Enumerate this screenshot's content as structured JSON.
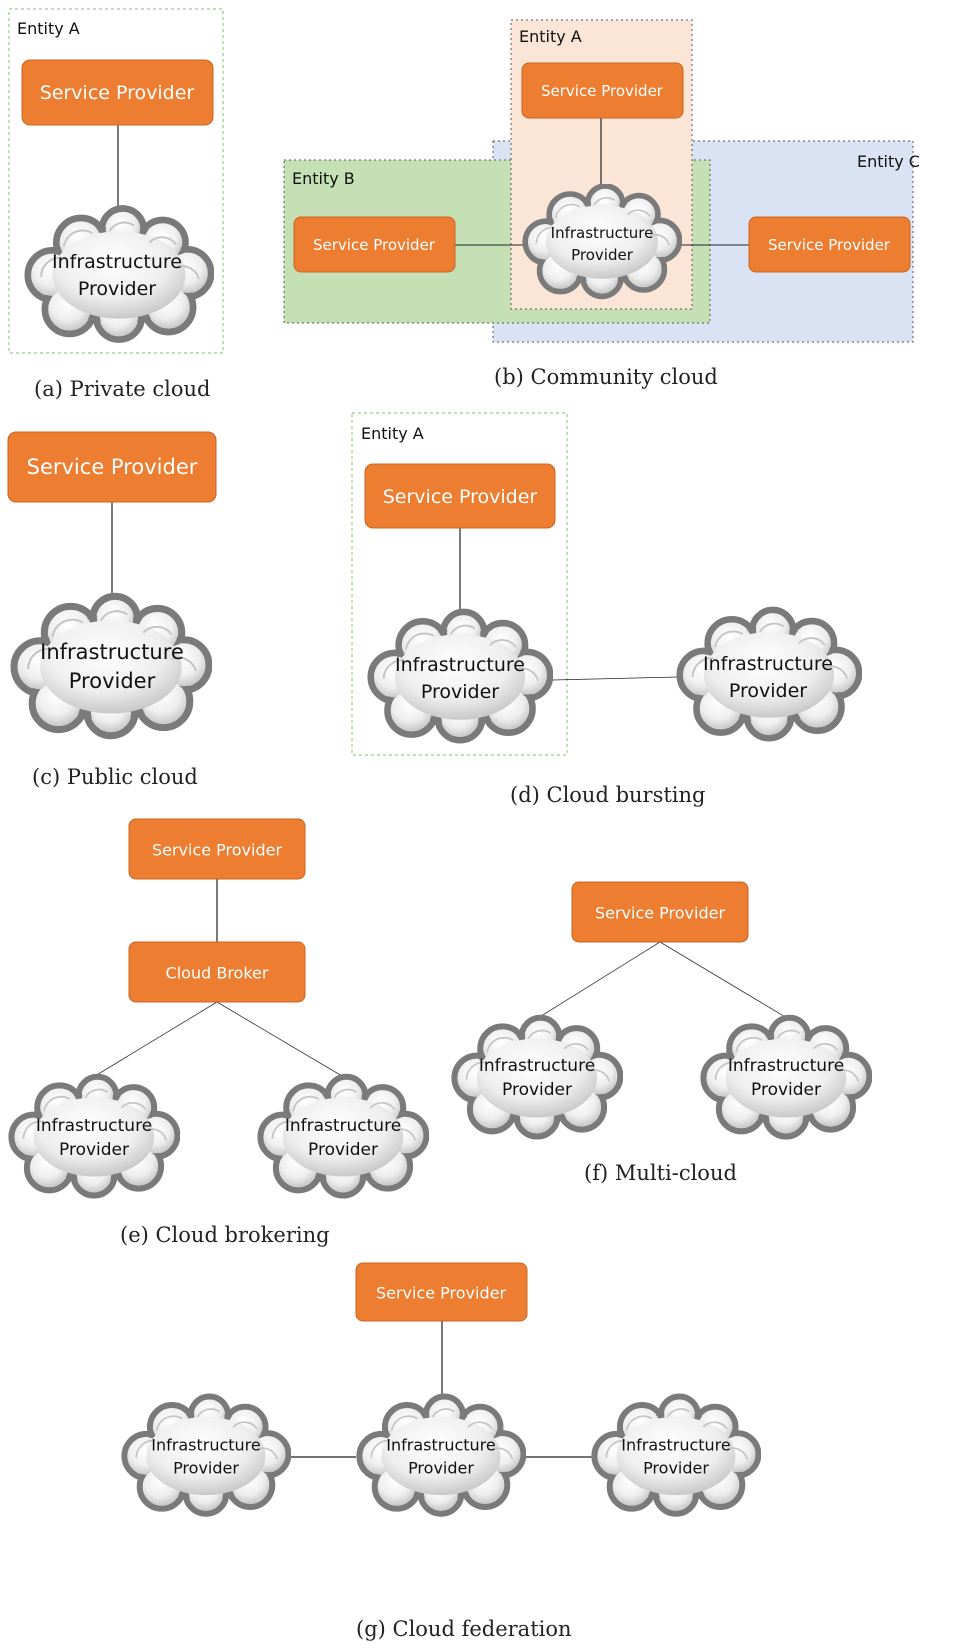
{
  "labels": {
    "service_provider": "Service Provider",
    "cloud_broker": "Cloud Broker",
    "infrastructure_line1": "Infrastructure",
    "infrastructure_line2": "Provider"
  },
  "entities": {
    "a": "Entity A",
    "b": "Entity B",
    "c": "Entity C"
  },
  "captions": {
    "a": "(a) Private cloud",
    "b": "(b) Community cloud",
    "c": "(c) Public cloud",
    "d": "(d) Cloud bursting",
    "e": "(e) Cloud brokering",
    "f": "(f) Multi-cloud",
    "g": "(g) Cloud federation"
  },
  "colors": {
    "box_fill": "#ED7D31",
    "box_stroke": "#C9641F",
    "entity_b_fill": "#C5E0B4",
    "entity_a_fill": "#FBE5D6",
    "entity_c_fill": "#DAE3F3",
    "dashed_border_green": "#7FBF6A",
    "dashed_border_dark": "#555555",
    "line": "#222222"
  }
}
